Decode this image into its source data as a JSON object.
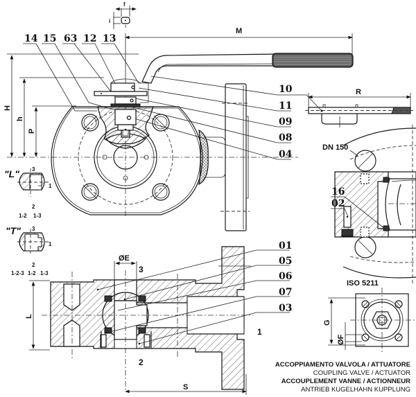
{
  "drawing": {
    "type": "ball valve technical drawing",
    "part_labels": [
      "14",
      "15",
      "63",
      "12",
      "13",
      "10",
      "11",
      "09",
      "08",
      "04",
      "16",
      "02",
      "01",
      "05",
      "06",
      "07",
      "03"
    ],
    "dimension_labels": {
      "handle_length": "M",
      "total_height": "H",
      "stem_height": "h",
      "pad_height": "P",
      "handle_width": "R",
      "bore_diameter": "ØE",
      "body_length": "L",
      "port_spacing": "S",
      "flange_pcd": "G",
      "bolt_diameter": "ØF",
      "stem_flat": "f",
      "stem_flat_small": "i"
    },
    "flange_size": "DN 150",
    "mounting_standard": "ISO 5211",
    "ports": {
      "main_top": "3",
      "main_bottom": "2",
      "main_right": "1"
    },
    "ball_types": [
      {
        "name": "\"L\"",
        "ports": [
          "3",
          "1",
          "2"
        ],
        "flow_paths": [
          "1-2",
          "1-3"
        ]
      },
      {
        "name": "\"T\"",
        "ports": [
          "3",
          "1",
          "2"
        ],
        "flow_paths": [
          "1-2-3",
          "1-2",
          "1-3"
        ]
      }
    ],
    "caption": [
      {
        "text": "ACCOPPIAMENTO VALVOLA /  ATTUATORE",
        "bold": true
      },
      {
        "text": "COUPLING VALVE / ACTUATOR",
        "bold": false
      },
      {
        "text": "ACCOUPLEMENT VANNE / ACTIONNEUR",
        "bold": true
      },
      {
        "text": "ANTRIEB  KUGELHAHN KUPPLUNG",
        "bold": false
      }
    ]
  }
}
